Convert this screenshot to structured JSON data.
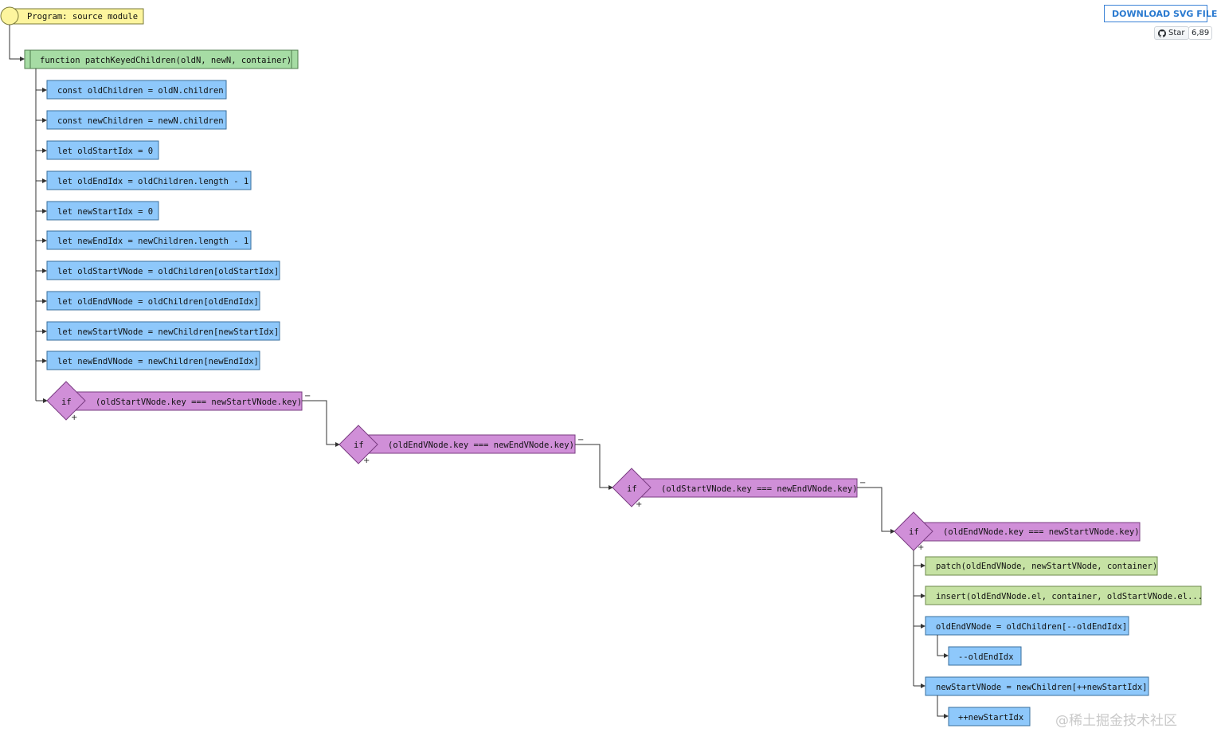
{
  "toolbar": {
    "download_label": "DOWNLOAD SVG FILE",
    "star_label": "Star",
    "star_count": "6,89",
    "github_icon": "github-icon"
  },
  "colors": {
    "program": "#fdf59e",
    "function": "#a6dca4",
    "statement": "#8ec8fb",
    "condition": "#d08fd8",
    "call": "#c6e2a4"
  },
  "diagram": {
    "program": "Program: source module",
    "function": "function patchKeyedChildren(oldN, newN, container)",
    "statements": [
      "const oldChildren = oldN.children",
      "const newChildren = newN.children",
      "let oldStartIdx = 0",
      "let oldEndIdx = oldChildren.length - 1",
      "let newStartIdx = 0",
      "let newEndIdx = newChildren.length - 1",
      "let oldStartVNode = oldChildren[oldStartIdx]",
      "let oldEndVNode = oldChildren[oldEndIdx]",
      "let newStartVNode = newChildren[newStartIdx]",
      "let newEndVNode = newChildren[newEndIdx]"
    ],
    "if_label": "if",
    "conditions": [
      "(oldStartVNode.key === newStartVNode.key)",
      "(oldEndVNode.key === newEndVNode.key)",
      "(oldStartVNode.key === newEndVNode.key)",
      "(oldEndVNode.key === newStartVNode.key)"
    ],
    "plus_sign": "+",
    "minus_sign": "−",
    "body": [
      "patch(oldEndVNode, newStartVNode, container)",
      "insert(oldEndVNode.el, container, oldStartVNode.el...",
      "oldEndVNode = oldChildren[--oldEndIdx]",
      "--oldEndIdx",
      "newStartVNode = newChildren[++newStartIdx]",
      "++newStartIdx"
    ]
  },
  "watermark": "@稀土掘金技术社区"
}
